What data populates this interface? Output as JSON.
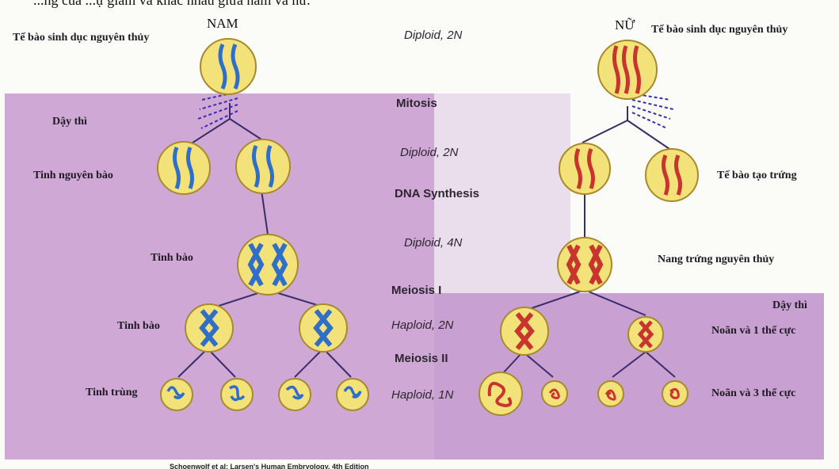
{
  "header": {
    "cropped_text": "...ng cua ...ự giảm và khác nhau giữa nam và nữ."
  },
  "sex_labels": {
    "male": "NAM",
    "female": "NỮ"
  },
  "male_labels": {
    "primordial": "Tế bào sinh dục nguyên thủy",
    "puberty": "Dậy thì",
    "spermatogonia": "Tinh nguyên bào",
    "primary_spermatocyte": "Tinh bào",
    "secondary_spermatocyte": "Tinh bào",
    "spermatids": "Tinh trùng"
  },
  "female_labels": {
    "primordial": "Tế bào sinh dục nguyên thủy",
    "oogonia": "Tế bào tạo trứng",
    "primary_oocyte": "Nang trứng nguyên thủy",
    "puberty": "Dậy thì",
    "secondary_oocyte": "Noãn và 1 thể cực",
    "ovum": "Noãn và 3 thể cực"
  },
  "center_labels": {
    "ploidy_1": "Diploid, 2N",
    "mitosis": "Mitosis",
    "ploidy_2": "Diploid, 2N",
    "dna_synthesis": "DNA Synthesis",
    "ploidy_3": "Diploid, 4N",
    "meiosis1": "Meiosis I",
    "ploidy_4": "Haploid, 2N",
    "meiosis2": "Meiosis II",
    "ploidy_5": "Haploid, 1N"
  },
  "citation": "Schoenwolf et al: Larsen's Human Embryology, 4th Edition",
  "colors": {
    "background": "#fbfbf8",
    "panel": "#cfa8d6",
    "cell_fill": "#f3e27a",
    "cell_stroke": "#a88a2c",
    "male_chromosome": "#2f6fc8",
    "female_chromosome": "#c8352e",
    "line": "#3a2d6a"
  }
}
